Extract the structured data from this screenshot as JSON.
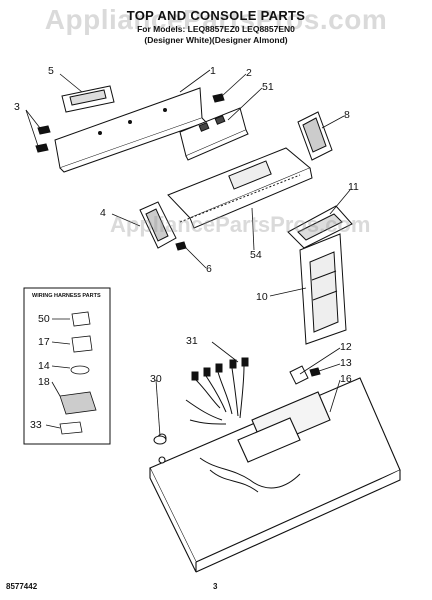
{
  "header": {
    "title": "TOP AND CONSOLE PARTS",
    "model_line": "For Models: LEQ8857EZ0 LEQ8857EN0",
    "color_line": "(Designer White)(Designer Almond)"
  },
  "watermark": {
    "top": "AppliancePartsPros.com",
    "middle": "AppliancePartsPros.com"
  },
  "callouts": {
    "c1": "1",
    "c2": "2",
    "c3": "3",
    "c4": "4",
    "c5": "5",
    "c6": "6",
    "c8": "8",
    "c10": "10",
    "c11": "11",
    "c12": "12",
    "c13": "13",
    "c16": "16",
    "c30": "30",
    "c31": "31",
    "c51": "51",
    "c54": "54"
  },
  "harness_box": {
    "title": "WIRING HARNESS PARTS",
    "items": [
      "50",
      "17",
      "14",
      "18",
      "33"
    ]
  },
  "footer": {
    "doc_number": "8577442",
    "page_number": "3"
  }
}
